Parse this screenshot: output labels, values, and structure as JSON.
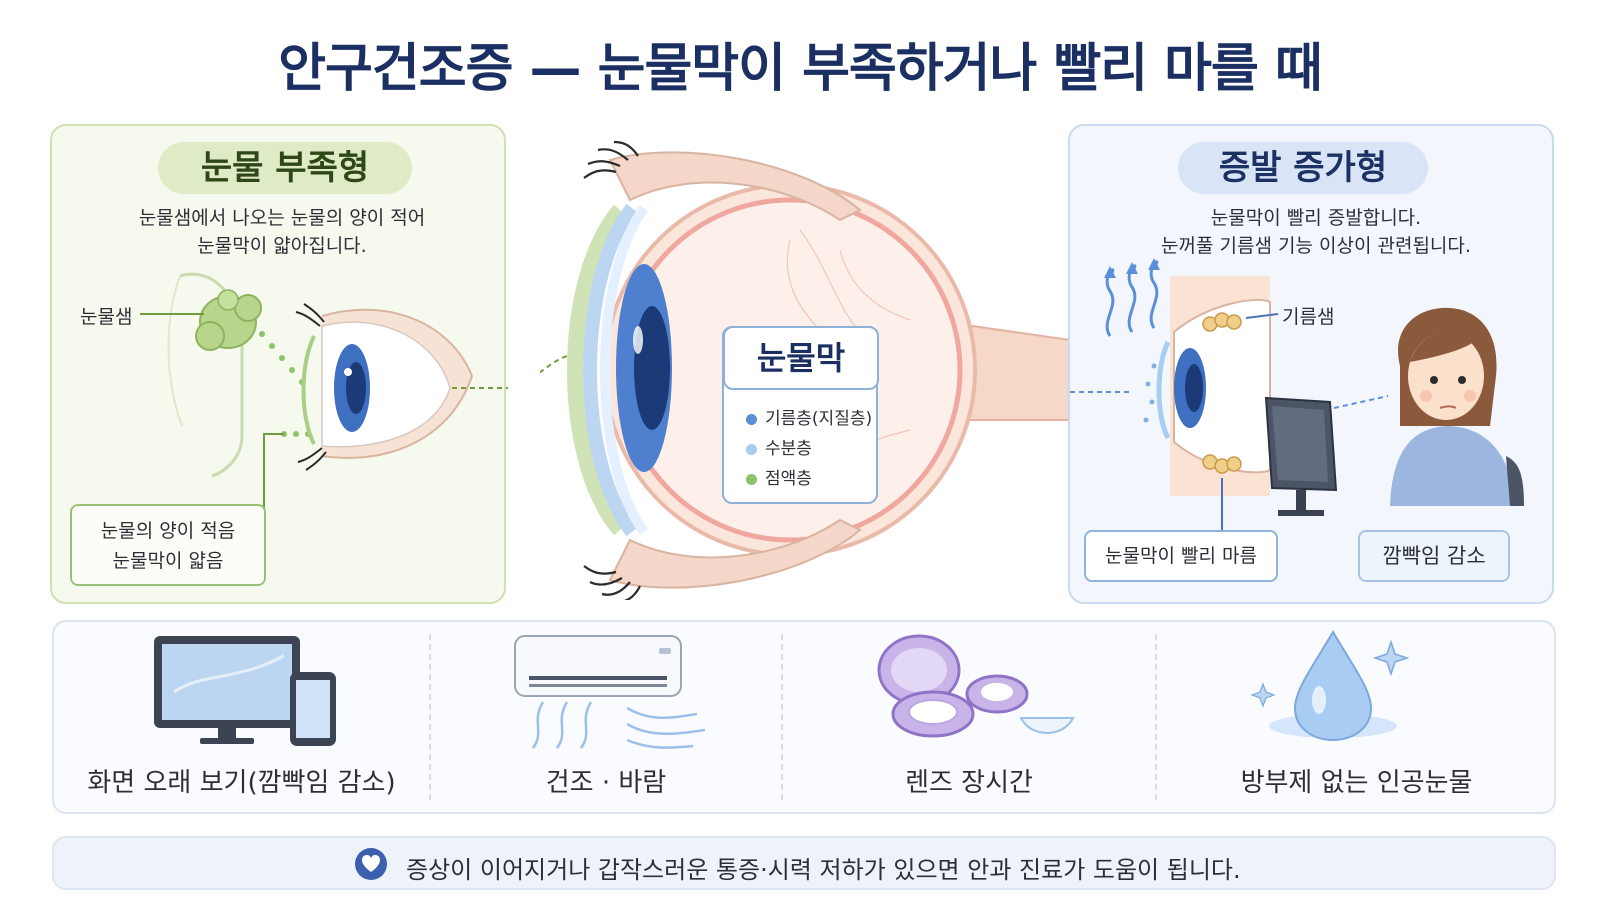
{
  "title": "안구건조증 — 눈물막이 부족하거나 빨리 마를 때",
  "left_panel": {
    "heading": "눈물 부족형",
    "description_line1": "눈물샘에서 나오는 눈물의 양이 적어",
    "description_line2": "눈물막이 얇아집니다.",
    "gland_label": "눈물샘",
    "box_line1": "눈물의 양이 적음",
    "box_line2": "눈물막이 얇음"
  },
  "center": {
    "film_label": "눈물막",
    "layers": [
      "기름층(지질층)",
      "수분층",
      "점액층"
    ],
    "layer_colors": [
      "#5b8fd8",
      "#a9cdf2",
      "#8dc26a"
    ]
  },
  "right_panel": {
    "heading": "증발 증가형",
    "description_line1": "눈물막이 빨리 증발합니다.",
    "description_line2": "눈꺼풀 기름샘 기능 이상이 관련됩니다.",
    "gland_label": "기름샘",
    "box_fast_dry": "눈물막이 빨리 마름",
    "box_less_blink": "깜빡임 감소"
  },
  "causes": [
    {
      "label": "화면 오래 보기(깜빡임 감소)",
      "icon": "monitor-phone-icon"
    },
    {
      "label": "건조 · 바람",
      "icon": "air-conditioner-icon"
    },
    {
      "label": "렌즈 장시간",
      "icon": "contact-lens-case-icon"
    },
    {
      "label": "방부제 없는 인공눈물",
      "icon": "water-drop-icon"
    }
  ],
  "notice": {
    "text": "증상이 이어지거나 갑작스러운 통증·시력 저하가 있으면 안과 진료가 도움이 됩니다.",
    "icon": "heart-icon"
  },
  "colors": {
    "title": "#1b2f63",
    "left_accent": "#9cc078",
    "right_accent": "#8fb2df"
  }
}
